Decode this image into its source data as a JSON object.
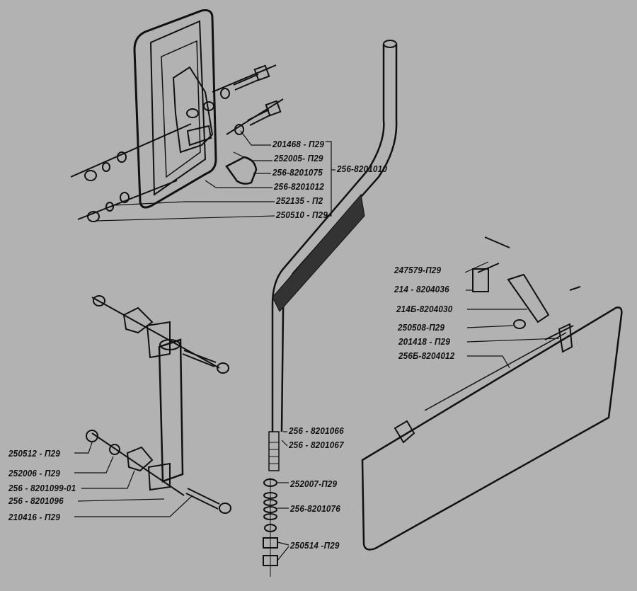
{
  "colors": {
    "background": "#b2b2b2",
    "ink": "#111111"
  },
  "door_mirror_group": {
    "assembly": "256-8201010",
    "parts": [
      "201468 - П29",
      "252005- П29",
      "256-8201075",
      "256-8201012",
      "252135 - П2",
      "250510 - П29"
    ]
  },
  "sun_visor_group": {
    "parts": [
      "247579-П29",
      "214 - 8204036",
      "214Б-8204030",
      "250508-П29",
      "201418 - П29",
      "256Б-8204012"
    ]
  },
  "rod_group": {
    "parts": [
      "256 - 8201066",
      "256 - 8201067",
      "252007-П29",
      "256-8201076",
      "250514 -П29"
    ]
  },
  "bracket_group": {
    "parts": [
      "250512 - П29",
      "252006 - П29",
      "256 - 8201099-01",
      "256 - 8201096",
      "210416 - П29"
    ]
  }
}
